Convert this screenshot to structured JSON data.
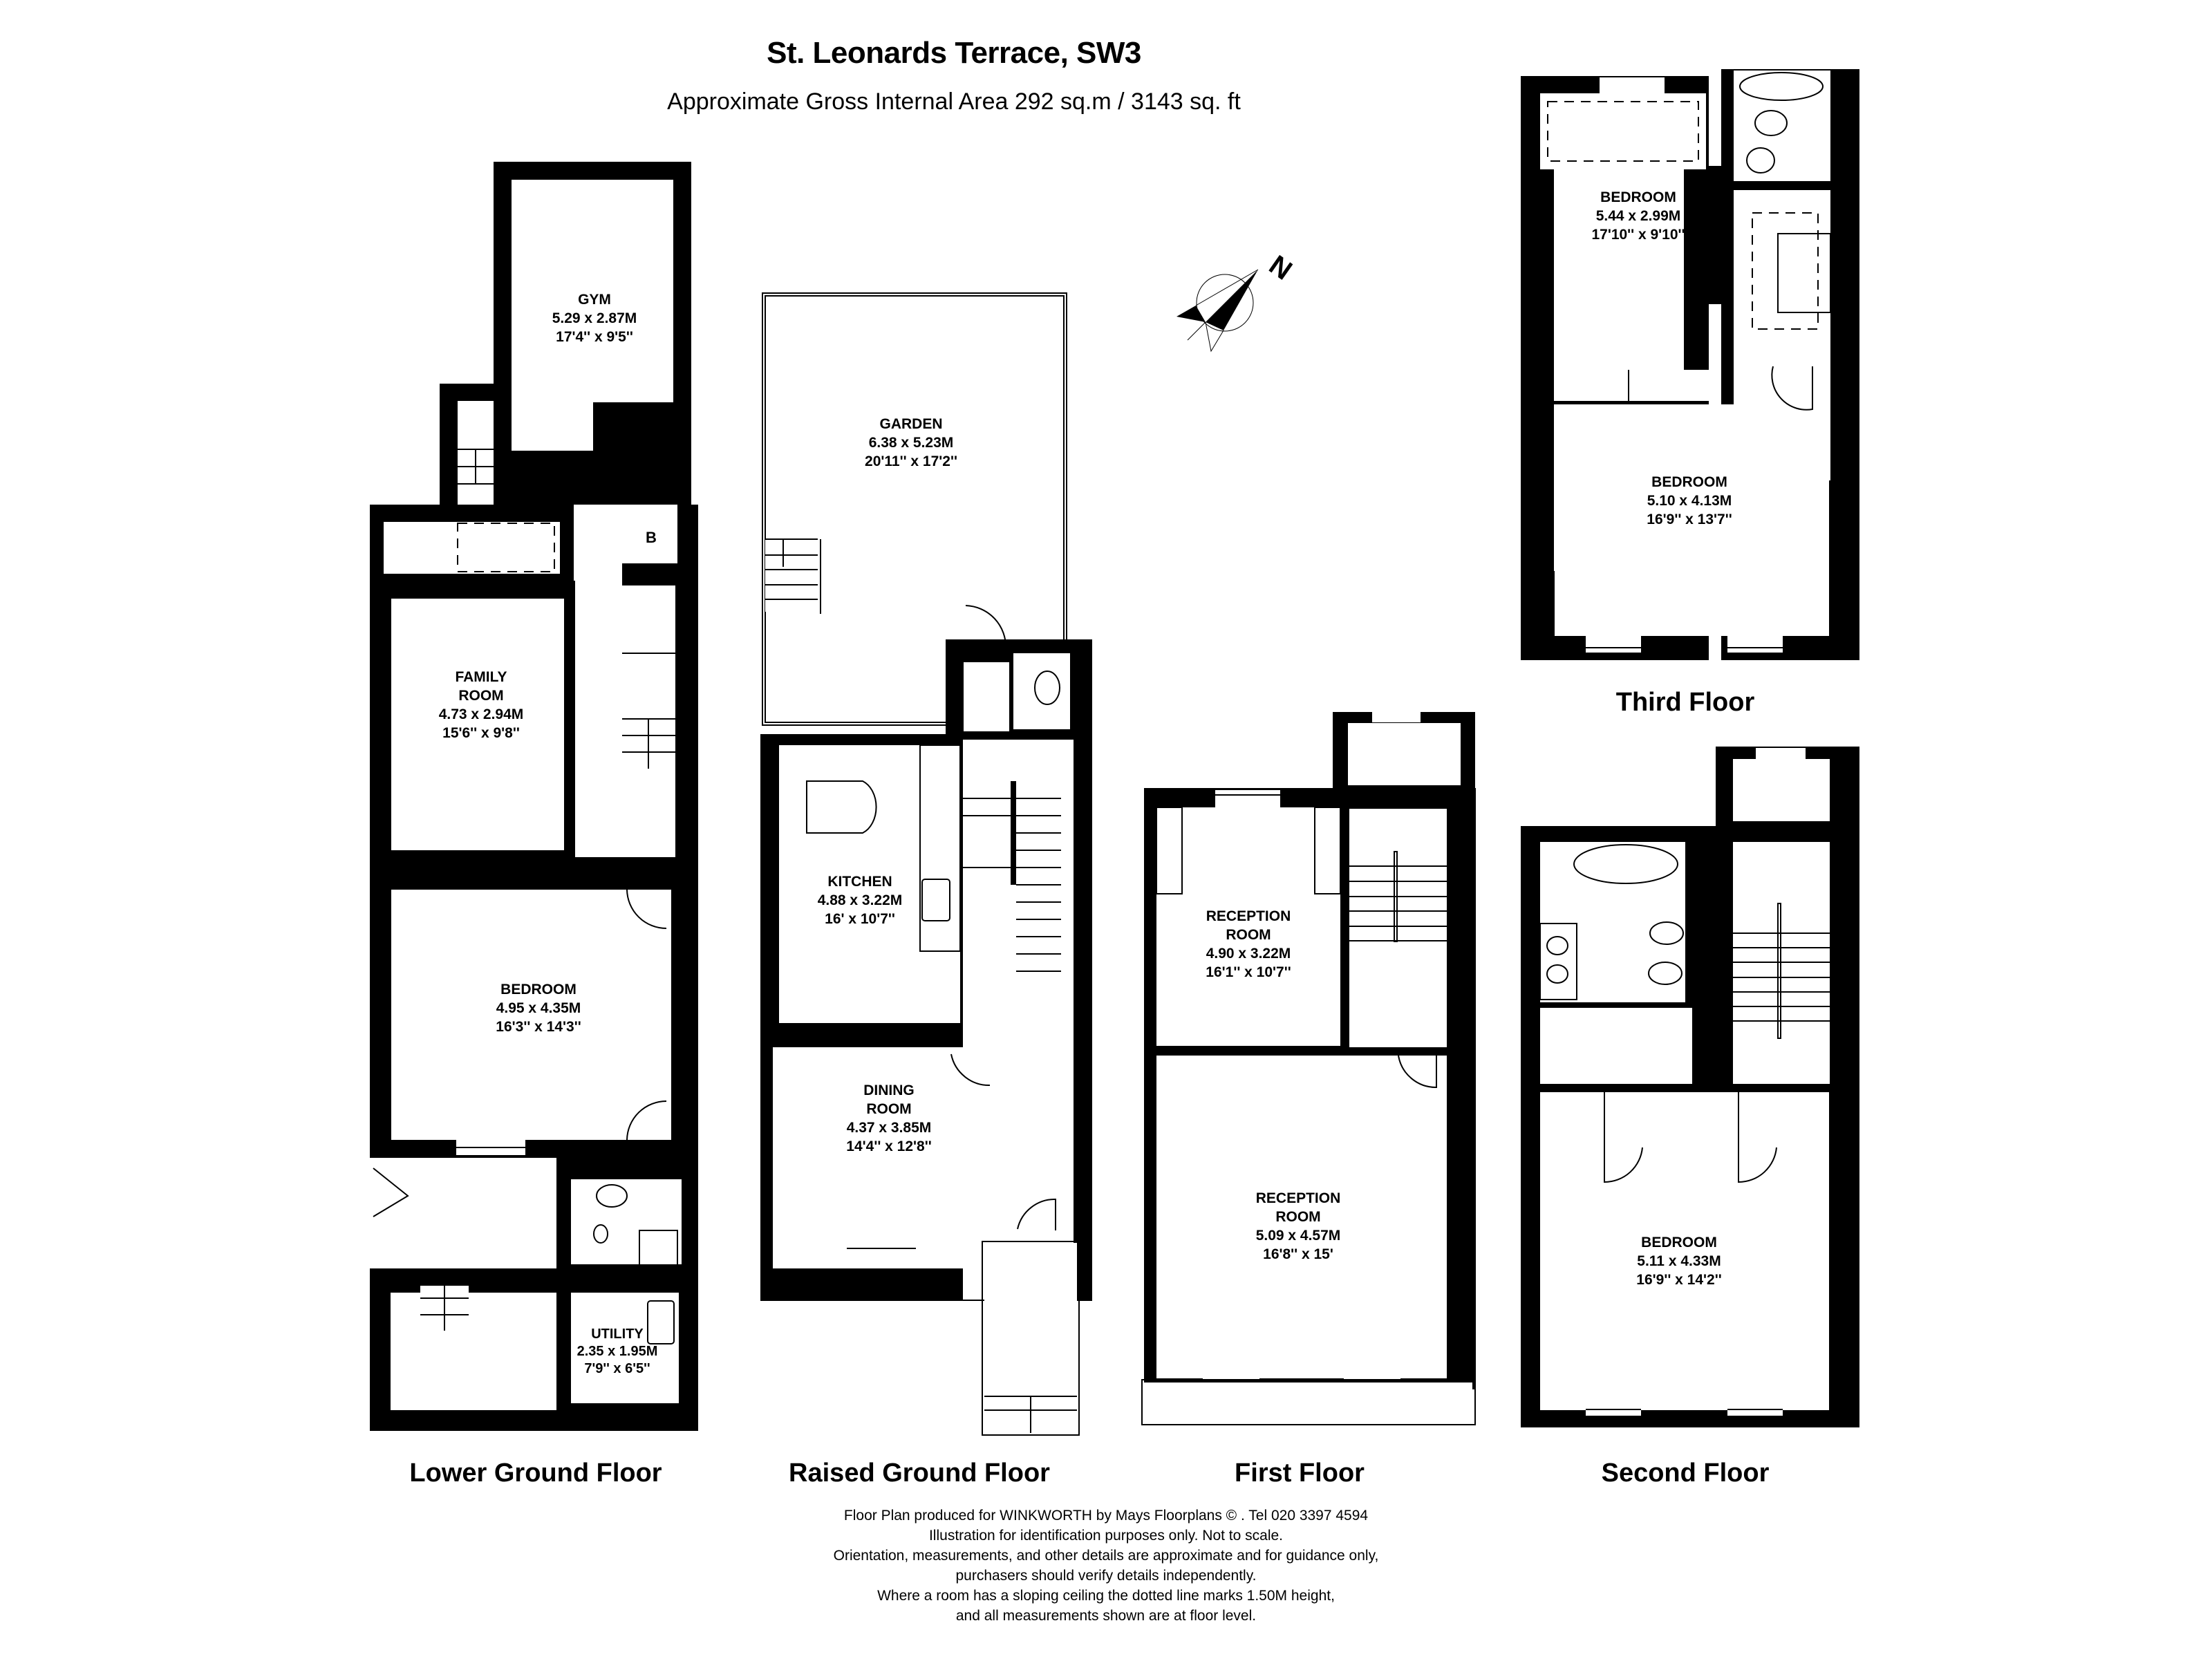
{
  "header": {
    "title": "St. Leonards Terrace, SW3",
    "subtitle": "Approximate Gross Internal Area 292 sq.m  /  3143 sq. ft"
  },
  "compass": {
    "icon": "north-arrow-icon",
    "letter": "N"
  },
  "floors": {
    "lower_ground": {
      "label": "Lower Ground Floor",
      "rooms": {
        "gym": {
          "name": "GYM",
          "metric": "5.29 x 2.87M",
          "imperial": "17'4'' x 9'5''"
        },
        "family_room": {
          "name_line1": "FAMILY",
          "name_line2": "ROOM",
          "metric": "4.73 x 2.94M",
          "imperial": "15'6'' x 9'8''"
        },
        "bedroom": {
          "name": "BEDROOM",
          "metric": "4.95 x 4.35M",
          "imperial": "16'3'' x 14'3''"
        },
        "utility": {
          "name": "UTILITY",
          "metric": "2.35 x 1.95M",
          "imperial": "7'9'' x 6'5''"
        },
        "boiler": {
          "name": "B"
        }
      }
    },
    "raised_ground": {
      "label": "Raised Ground Floor",
      "rooms": {
        "garden": {
          "name": "GARDEN",
          "metric": "6.38 x 5.23M",
          "imperial": "20'11'' x 17'2''"
        },
        "kitchen": {
          "name": "KITCHEN",
          "metric": "4.88 x 3.22M",
          "imperial": "16' x 10'7''"
        },
        "dining_room": {
          "name_line1": "DINING",
          "name_line2": "ROOM",
          "metric": "4.37 x 3.85M",
          "imperial": "14'4'' x 12'8''"
        }
      }
    },
    "first": {
      "label": "First Floor",
      "rooms": {
        "reception_rear": {
          "name_line1": "RECEPTION",
          "name_line2": "ROOM",
          "metric": "4.90 x 3.22M",
          "imperial": "16'1'' x 10'7''"
        },
        "reception_front": {
          "name_line1": "RECEPTION",
          "name_line2": "ROOM",
          "metric": "5.09 x 4.57M",
          "imperial": "16'8'' x 15'"
        }
      }
    },
    "second": {
      "label": "Second Floor",
      "rooms": {
        "bedroom": {
          "name": "BEDROOM",
          "metric": "5.11 x 4.33M",
          "imperial": "16'9'' x 14'2''"
        }
      }
    },
    "third": {
      "label": "Third Floor",
      "rooms": {
        "bedroom_rear": {
          "name": "BEDROOM",
          "metric": "5.44 x 2.99M",
          "imperial": "17'10'' x 9'10''"
        },
        "bedroom_front": {
          "name": "BEDROOM",
          "metric": "5.10 x 4.13M",
          "imperial": "16'9'' x 13'7''"
        }
      }
    }
  },
  "footer": {
    "lines": [
      "Floor Plan produced for WINKWORTH by Mays Floorplans  © . Tel 020 3397 4594",
      "Illustration for identification purposes only. Not to scale.",
      "Orientation, measurements, and other details are approximate and for guidance only,",
      "purchasers should verify details independently.",
      "Where a room has a sloping ceiling the dotted line marks 1.50M height,",
      "and all measurements shown are at floor level."
    ]
  }
}
